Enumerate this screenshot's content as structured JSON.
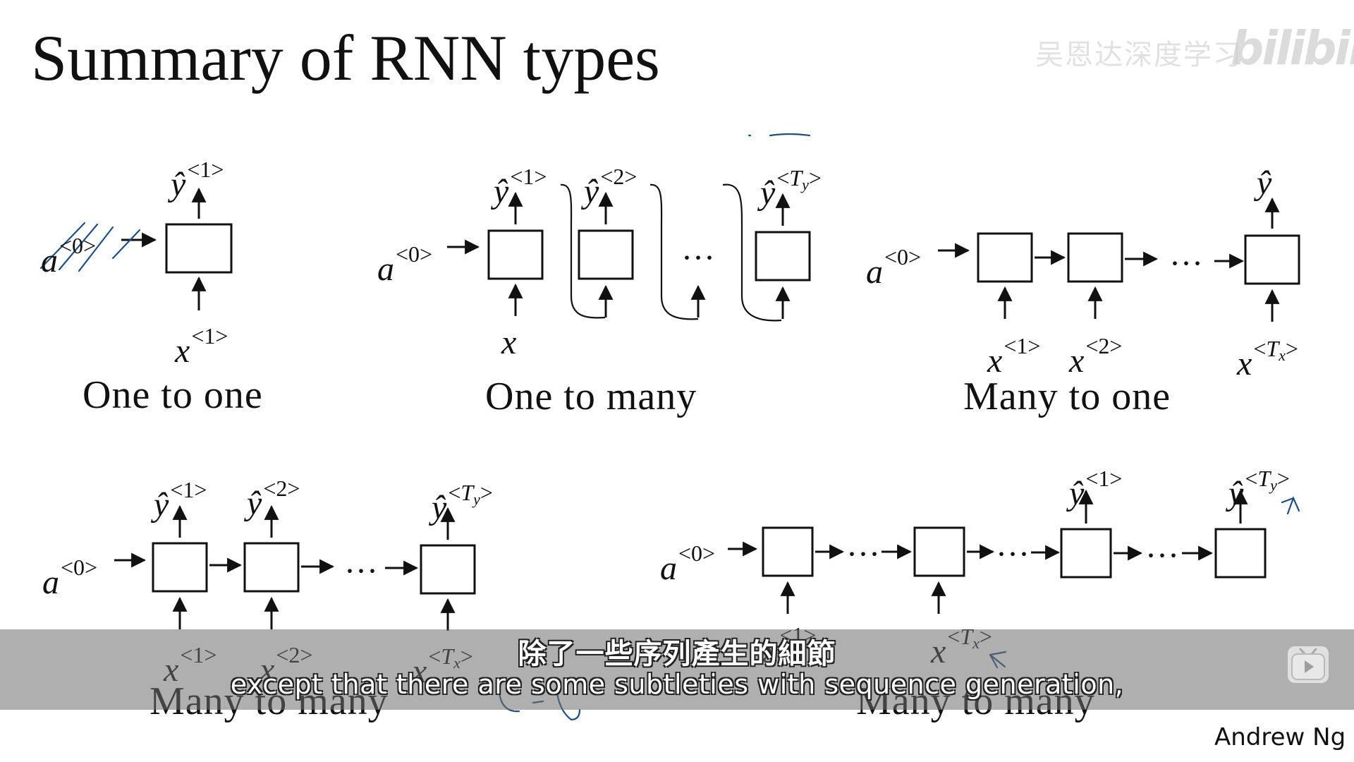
{
  "slide": {
    "title": "Summary of RNN types",
    "author": "Andrew Ng"
  },
  "watermark": {
    "channel": "吴恩达深度学习",
    "logo": "bilibili"
  },
  "diagrams": {
    "one_to_one": {
      "caption": "One to one",
      "a0": "a<span class='sup'>&lt;0&gt;</span>",
      "y1": "ŷ<span class='sup'>&lt;1&gt;</span>",
      "x1": "x<span class='sup'>&lt;1&gt;</span>"
    },
    "one_to_many": {
      "caption": "One to many",
      "a0": "a<span class='sup'>&lt;0&gt;</span>",
      "x": "x",
      "y1": "ŷ<span class='sup'>&lt;1&gt;</span>",
      "y2": "ŷ<span class='sup'>&lt;2&gt;</span>",
      "yTy": "ŷ<span class='sup'>&lt;<i>T</i><sub>y</sub>&gt;</span>",
      "ellipsis": "···"
    },
    "many_to_one": {
      "caption": "Many to one",
      "a0": "a<span class='sup'>&lt;0&gt;</span>",
      "y": "ŷ",
      "x1": "x<span class='sup'>&lt;1&gt;</span>",
      "x2": "x<span class='sup'>&lt;2&gt;</span>",
      "xTx": "x<span class='sup'>&lt;<i>T</i><sub>x</sub>&gt;</span>",
      "ellipsis": "···"
    },
    "many_to_many_1": {
      "caption": "Many to many",
      "a0": "a<span class='sup'>&lt;0&gt;</span>",
      "y1": "ŷ<span class='sup'>&lt;1&gt;</span>",
      "y2": "ŷ<span class='sup'>&lt;2&gt;</span>",
      "yTy": "ŷ<span class='sup'>&lt;<i>T</i><sub>y</sub>&gt;</span>",
      "x1": "x<span class='sup'>&lt;1&gt;</span>",
      "x2": "x<span class='sup'>&lt;2&gt;</span>",
      "xTx": "x<span class='sup'>&lt;<i>T</i><sub>x</sub>&gt;</span>",
      "ellipsis": "···"
    },
    "many_to_many_2": {
      "caption": "Many to many",
      "a0": "a<span class='sup'>&lt;0&gt;</span>",
      "y1": "ŷ<span class='sup'>&lt;1&gt;</span>",
      "yTy": "ŷ<span class='sup'>&lt;<i>T</i><sub>y</sub>&gt;</span>",
      "x1": "x<span class='sup'>&lt;1&gt;</span>",
      "xTx": "x<span class='sup'>&lt;<i>T</i><sub>x</sub>&gt;</span>",
      "ellipsis": "···"
    }
  },
  "subtitles": {
    "chinese": "除了一些序列產生的細節",
    "english": "except that there are some subtleties with sequence generation,"
  },
  "colors": {
    "ink": "#111111",
    "annotation_pen": "#1f4f80",
    "subtitle_bar": "#6e6e6e"
  },
  "icons": {
    "play_button": "play-icon"
  }
}
